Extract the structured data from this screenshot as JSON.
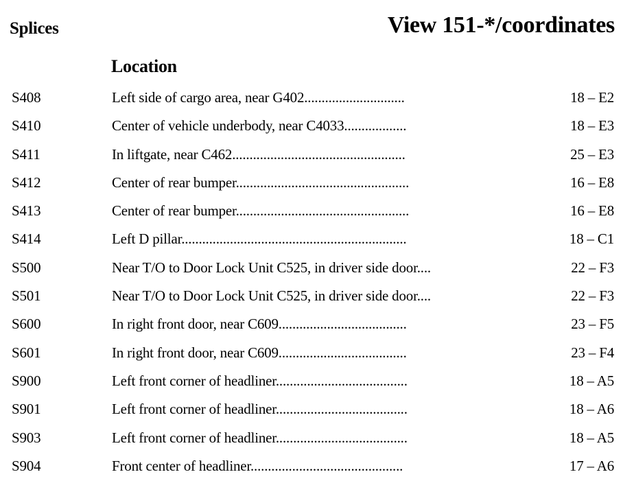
{
  "header": {
    "section_title": "Splices",
    "view_title": "View 151-*/coordinates"
  },
  "table": {
    "location_heading": "Location",
    "rows": [
      {
        "id": "S408",
        "location": "Left side of cargo area, near G402.............................",
        "coord": "18 – E2"
      },
      {
        "id": "S410",
        "location": "Center of vehicle underbody, near C4033..................",
        "coord": "18 – E3"
      },
      {
        "id": "S411",
        "location": "In liftgate, near C462..................................................",
        "coord": "25 – E3"
      },
      {
        "id": "S412",
        "location": "Center of rear bumper..................................................",
        "coord": "16 – E8"
      },
      {
        "id": "S413",
        "location": "Center of rear bumper..................................................",
        "coord": "16 – E8"
      },
      {
        "id": "S414",
        "location": "Left D pillar.................................................................",
        "coord": "18 – C1"
      },
      {
        "id": "S500",
        "location": "Near T/O to Door Lock Unit C525, in driver side door....",
        "coord": "22 – F3"
      },
      {
        "id": "S501",
        "location": "Near T/O to Door Lock Unit C525, in driver side door....",
        "coord": "22 – F3"
      },
      {
        "id": "S600",
        "location": "In right front door, near C609.....................................",
        "coord": "23 – F5"
      },
      {
        "id": "S601",
        "location": "In right front door, near C609.....................................",
        "coord": "23 – F4"
      },
      {
        "id": "S900",
        "location": "Left front corner of headliner......................................",
        "coord": "18 – A5"
      },
      {
        "id": "S901",
        "location": "Left front corner of headliner......................................",
        "coord": "18 – A6"
      },
      {
        "id": "S903",
        "location": "Left front corner of headliner......................................",
        "coord": "18 – A5"
      },
      {
        "id": "S904",
        "location": "Front center of headliner............................................",
        "coord": "17 – A6"
      }
    ]
  }
}
